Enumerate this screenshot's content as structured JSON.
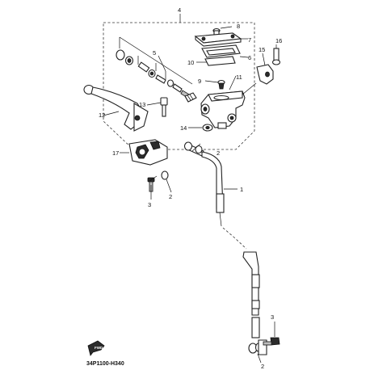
{
  "diagram": {
    "drawing_code": "34P1100-H340",
    "fwd_label": "FWD",
    "callouts": {
      "c1": "1",
      "c2a": "2",
      "c2b": "2",
      "c2c": "2",
      "c3a": "3",
      "c3b": "3",
      "c4": "4",
      "c5": "5",
      "c6": "6",
      "c7": "7",
      "c8": "8",
      "c9": "9",
      "c10": "10",
      "c11": "11",
      "c12": "12",
      "c13": "13",
      "c14": "14",
      "c15": "15",
      "c16": "16",
      "c17": "17"
    }
  }
}
